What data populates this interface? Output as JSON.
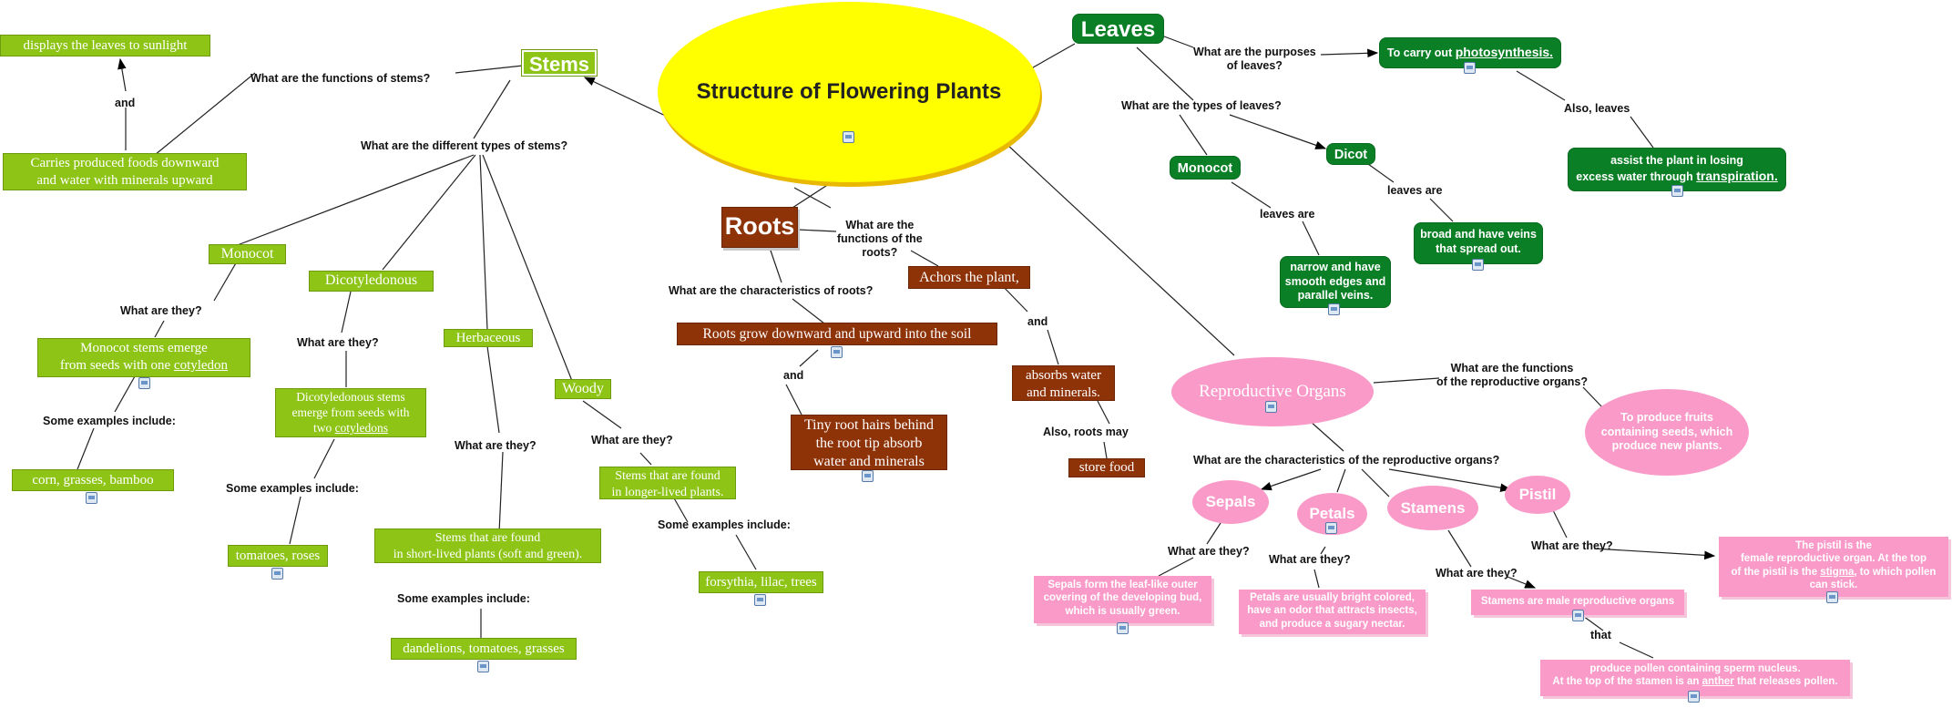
{
  "title": "Structure of Flowering Plants",
  "colors": {
    "center": "#ffff00",
    "stems": "#8dc416",
    "roots": "#8e3208",
    "leaves": "#0b7f26",
    "reproductive": "#f99ac8"
  },
  "stems": {
    "label": "Stems",
    "q_functions": "What are the functions of stems?",
    "func1": "displays the leaves to sunlight",
    "and": "and",
    "func2_line1": "Carries produced foods downward",
    "func2_line2": "and water with minerals upward",
    "q_types": "What are the different types of stems?",
    "monocot": "Monocot",
    "q_what_mono": "What are they?",
    "mono_desc_line1": "Monocot stems emerge",
    "mono_desc_line2_pre": "from seeds with one ",
    "mono_desc_link": "cotyledon",
    "some_examples": "Some examples include:",
    "mono_examples": "corn, grasses, bamboo",
    "dicot": "Dicotyledonous",
    "q_what_dicot": "What are they?",
    "dicot_desc_line1": "Dicotyledonous stems",
    "dicot_desc_line2": "emerge from seeds with",
    "dicot_desc_line3_pre": "two ",
    "dicot_desc_link": "cotyledons",
    "dicot_examples_q": "Some examples include:",
    "dicot_examples": "tomatoes, roses",
    "herb": "Herbaceous",
    "q_what_herb": "What are they?",
    "herb_desc_line1": "Stems that are found",
    "herb_desc_line2": "in short-lived plants (soft and green).",
    "herb_examples_q": "Some examples include:",
    "herb_examples": "dandelions, tomatoes, grasses",
    "woody": "Woody",
    "q_what_woody": "What are they?",
    "woody_desc_line1": "Stems that are found",
    "woody_desc_line2": "in longer-lived plants.",
    "woody_examples_q": "Some examples include:",
    "woody_examples": "forsythia, lilac, trees"
  },
  "roots": {
    "label": "Roots",
    "q_func_line1": "What are the",
    "q_func_line2": "functions of the",
    "q_func_line3": "roots?",
    "anchor": "Achors the plant,",
    "and": "and",
    "absorb_line1": "absorbs water",
    "absorb_line2": "and minerals.",
    "also": "Also, roots may",
    "store": "store food",
    "q_char": "What are the characteristics of roots?",
    "grow": "Roots grow downward and upward into the soil",
    "and2": "and",
    "hairs_line1": "Tiny root hairs behind",
    "hairs_line2": "the root tip absorb",
    "hairs_line3": "water and minerals"
  },
  "leaves": {
    "label": "Leaves",
    "q_purpose_line1": "What are the purposes",
    "q_purpose_line2": "of leaves?",
    "photo_pre": "To carry out ",
    "photo_link": "photosynthesis.",
    "also": "Also, leaves",
    "trans_line1": "assist the plant in losing",
    "trans_line2_pre": "excess water through ",
    "trans_link": "transpiration.",
    "q_types": "What are the types of leaves?",
    "monocot": "Monocot",
    "dicot": "Dicot",
    "leaves_are": "leaves are",
    "leaves_are2": "leaves are",
    "narrow_line1": "narrow and have",
    "narrow_line2": "smooth edges and",
    "narrow_line3": "parallel veins.",
    "broad_line1": "broad and have veins",
    "broad_line2": "that spread out."
  },
  "repro": {
    "label": "Reproductive Organs",
    "q_func_line1": "What are the functions",
    "q_func_line2": "of the reproductive organs?",
    "fruits_line1": "To produce fruits",
    "fruits_line2": "containing seeds, which",
    "fruits_line3": "produce new plants.",
    "q_char": "What are the characteristics of the reproductive organs?",
    "sepals": "Sepals",
    "petals": "Petals",
    "stamens": "Stamens",
    "pistil": "Pistil",
    "q_sepals": "What are they?",
    "q_petals": "What are they?",
    "q_stamens": "What are they?",
    "q_pistil": "What are they?",
    "sepals_line1": "Sepals form the leaf-like outer",
    "sepals_line2": "covering of the developing bud,",
    "sepals_line3": "which is usually green.",
    "petals_line1": "Petals are usually bright colored,",
    "petals_line2": "have an odor that attracts insects,",
    "petals_line3": "and produce a sugary nectar.",
    "stamens_desc": "Stamens are male reproductive organs",
    "that": "that",
    "pollen_line1": "produce pollen containing sperm nucleus.",
    "pollen_line2_pre": "At the top of the stamen is an ",
    "pollen_link": "anther",
    "pollen_line2_post": " that releases pollen.",
    "pistil_line1": "The pistil is the",
    "pistil_line2": "female reproductive organ. At the top",
    "pistil_line3_pre": "of the pistil is the ",
    "pistil_link": "stigma",
    "pistil_line3_post": ", to which pollen",
    "pistil_line4": "can stick."
  }
}
